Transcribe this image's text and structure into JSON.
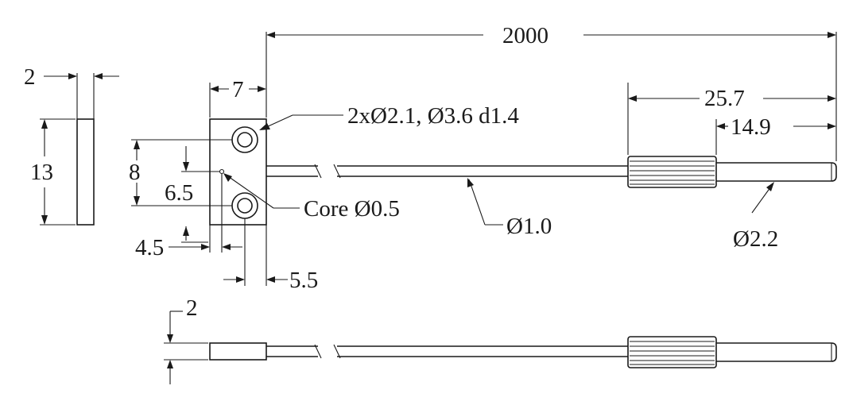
{
  "colors": {
    "line": "#1a1a1a",
    "background": "#ffffff"
  },
  "dimensions": {
    "cable_length": "2000",
    "thickness_top": "2",
    "height": "13",
    "head_width": "7",
    "mount_holes": "2xØ2.1, Ø3.6 d1.4",
    "hole_spacing": "8",
    "core_vertical": "6.5",
    "core_label": "Core Ø0.5",
    "core_horizontal": "4.5",
    "hole_horizontal": "5.5",
    "fiber_diameter": "Ø1.0",
    "sleeve_length": "25.7",
    "tip_length": "14.9",
    "tip_diameter": "Ø2.2",
    "thickness_bottom": "2"
  }
}
